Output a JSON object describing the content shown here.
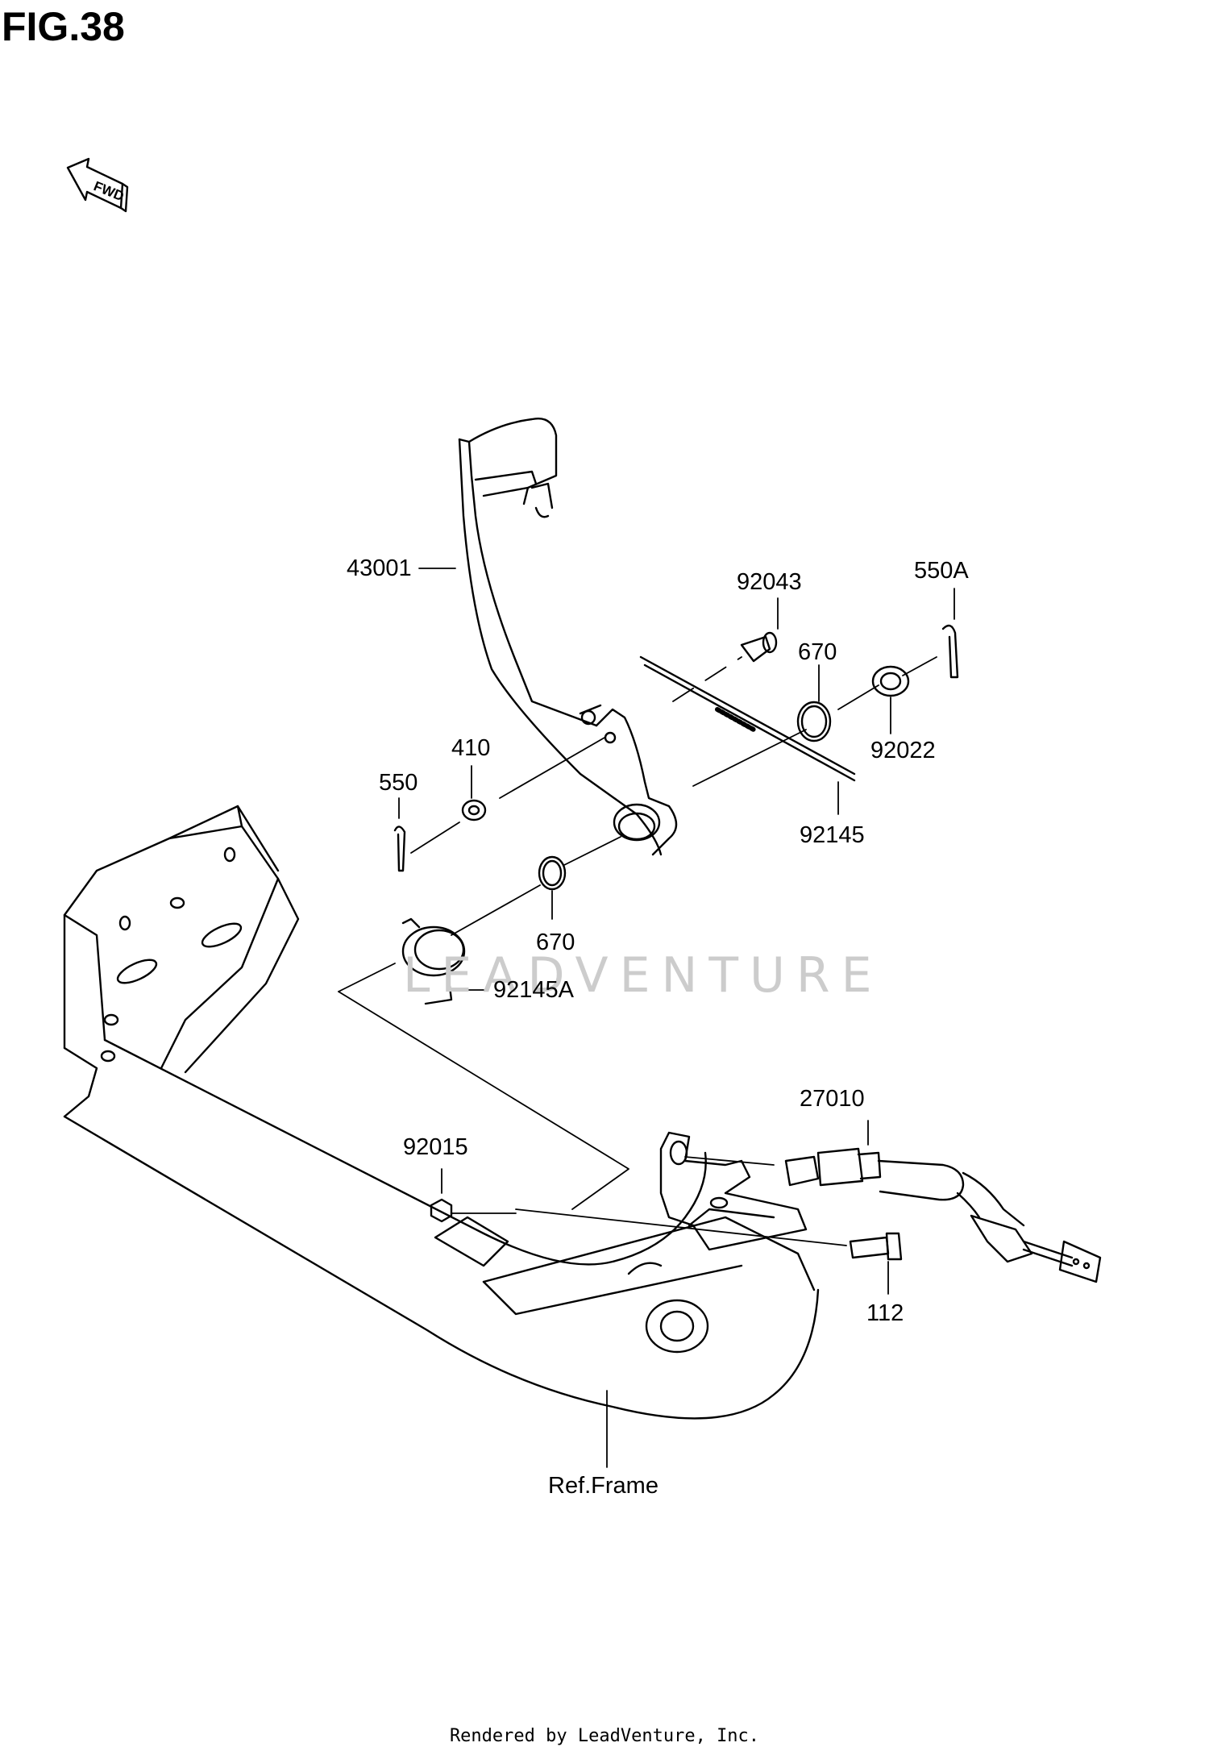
{
  "figure": {
    "title": "FIG.38"
  },
  "fwd_arrow": {
    "label": "FWD",
    "icon": "fwd-arrow-icon"
  },
  "parts": [
    {
      "id": "43001",
      "label": "43001"
    },
    {
      "id": "92043",
      "label": "92043"
    },
    {
      "id": "550A",
      "label": "550A"
    },
    {
      "id": "670-upper",
      "label": "670"
    },
    {
      "id": "92022",
      "label": "92022"
    },
    {
      "id": "410",
      "label": "410"
    },
    {
      "id": "550",
      "label": "550"
    },
    {
      "id": "92145",
      "label": "92145"
    },
    {
      "id": "670-lower",
      "label": "670"
    },
    {
      "id": "92145A",
      "label": "92145A"
    },
    {
      "id": "27010",
      "label": "27010"
    },
    {
      "id": "92015",
      "label": "92015"
    },
    {
      "id": "112",
      "label": "112"
    },
    {
      "id": "ref-frame",
      "label": "Ref.Frame"
    }
  ],
  "watermark": {
    "text": "LEADVENTURE"
  },
  "footer": {
    "text": "Rendered by LeadVenture, Inc."
  },
  "colors": {
    "line": "#000000",
    "background": "#ffffff",
    "watermark": "#cccccc"
  }
}
